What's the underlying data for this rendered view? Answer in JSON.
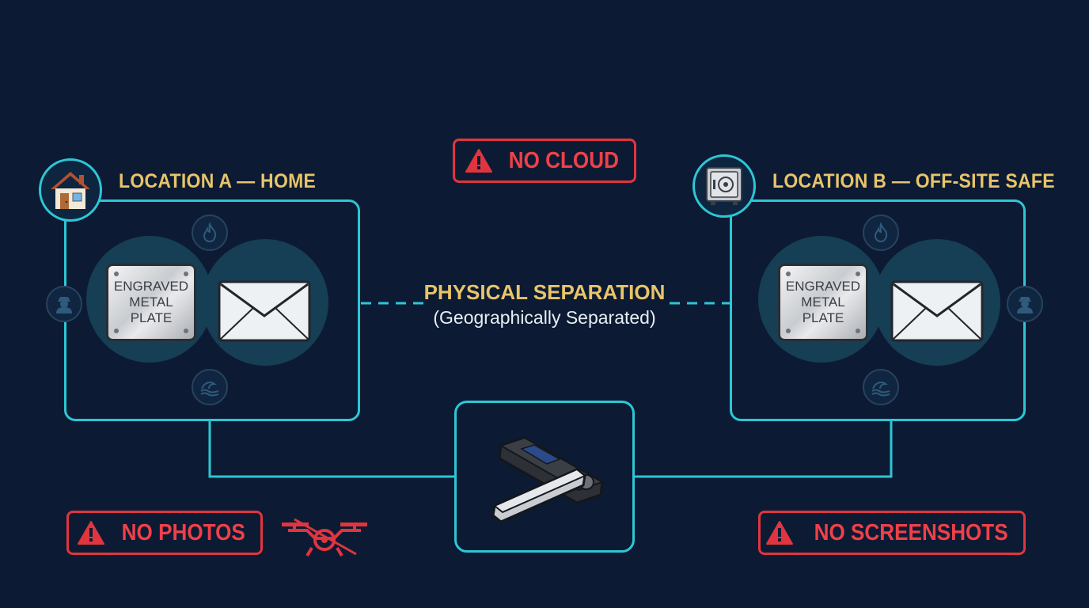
{
  "colors": {
    "background": "#0c1b33",
    "accent_cyan": "#2ec6d6",
    "title_gold": "#e8c46a",
    "warning_red": "#e0353f"
  },
  "location_a": {
    "title": "LOCATION A — HOME",
    "icon": "house-icon",
    "plate_text": [
      "ENGRAVED",
      "METAL",
      "PLATE"
    ],
    "hazard_icons": [
      "fire-icon",
      "burglar-icon",
      "flood-icon"
    ]
  },
  "location_b": {
    "title": "LOCATION B — OFF-SITE SAFE",
    "icon": "safe-icon",
    "plate_text": [
      "ENGRAVED",
      "METAL",
      "PLATE"
    ],
    "hazard_icons": [
      "fire-icon",
      "burglar-icon",
      "flood-icon"
    ]
  },
  "separation": {
    "title": "PHYSICAL SEPARATION",
    "subtitle": "(Geographically Separated)"
  },
  "warnings": {
    "no_cloud": "NO CLOUD",
    "no_photos": "NO PHOTOS",
    "no_screenshots": "NO SCREENSHOTS"
  },
  "center_device": {
    "icon": "hardware-wallet-icon"
  },
  "extra_icons": [
    "crossed-camera-drone-icon"
  ]
}
